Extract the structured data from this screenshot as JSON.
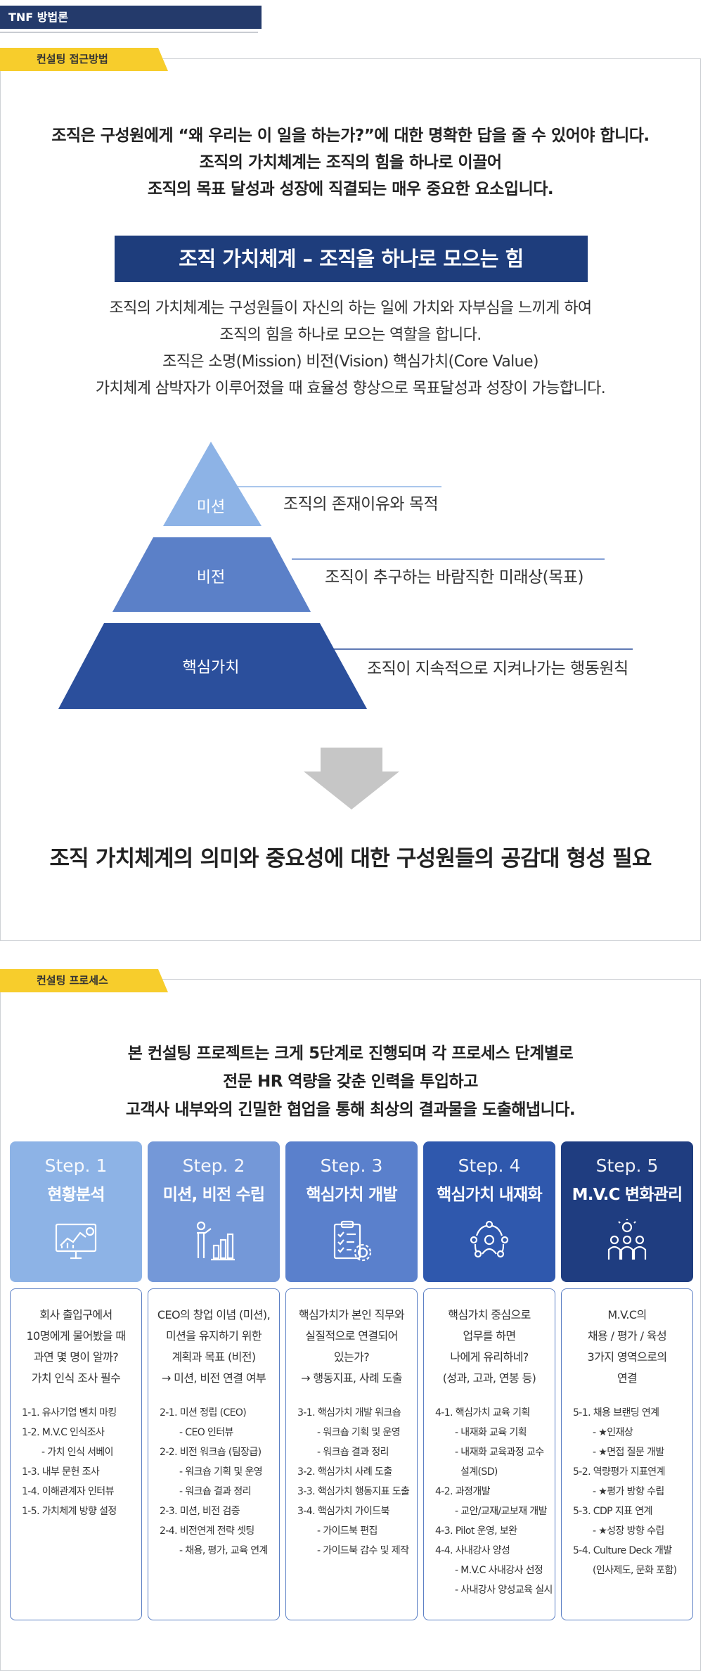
{
  "top_bar": {
    "title": "TNF 방법론"
  },
  "approach": {
    "tag": "컨설팅 접근방법",
    "intro_lines": [
      "조직은 구성원에게 “왜 우리는 이 일을 하는가?”에 대한 명확한 답을 줄 수 있어야 합니다.",
      "조직의 가치체계는 조직의 힘을 하나로 이끌어",
      "조직의 목표 달성과 성장에 직결되는 매우 중요한 요소입니다."
    ],
    "banner": "조직 가치체계 – 조직을 하나로 모으는 힘",
    "desc_lines": [
      "조직의 가치체계는 구성원들이 자신의 하는 일에 가치와 자부심을 느끼게 하여",
      "조직의 힘을 하나로 모으는 역할을 합니다.",
      "조직은 소명(Mission) 비전(Vision) 핵심가치(Core Value)",
      "가치체계 삼박자가 이루어졌을 때 효율성 향상으로 목표달성과 성장이 가능합니다."
    ],
    "pyramid": [
      {
        "label": "미션",
        "desc": "조직의 존재이유와 목적",
        "color": "#8db3e6"
      },
      {
        "label": "비전",
        "desc": "조직이 추구하는 바람직한 미래상(목표)",
        "color": "#5b80c8"
      },
      {
        "label": "핵심가치",
        "desc": "조직이 지속적으로 지켜나가는 행동원칙",
        "color": "#2b4f9c"
      }
    ],
    "conclusion": "조직 가치체계의 의미와 중요성에 대한 구성원들의 공감대 형성 필요"
  },
  "process": {
    "tag": "컨설팅 프로세스",
    "intro_lines": [
      "본 컨설팅 프로젝트는 크게 5단계로 진행되며 각 프로세스 단계별로",
      "전문 HR 역량을 갖춘 인력을 투입하고",
      "고객사 내부와의 긴밀한 협업을 통해 최상의 결과물을 도출해냅니다."
    ],
    "steps": [
      {
        "num": "Step. 1",
        "title": "현황분석",
        "icon": "analytics-monitor-icon",
        "color": "#8db3e6",
        "summary": [
          "회사 출입구에서",
          "10명에게 물어봤을 때",
          "과연 몇 명이 알까?",
          "가치 인식 조사 필수"
        ],
        "items": [
          {
            "text": "1-1. 유사기업 벤치 마킹",
            "sub": false
          },
          {
            "text": "1-2. M.V.C 인식조사",
            "sub": false
          },
          {
            "text": "- 가치 인식 서베이",
            "sub": true
          },
          {
            "text": "1-3. 내부 문헌 조사",
            "sub": false
          },
          {
            "text": "1-4. 이해관계자 인터뷰",
            "sub": false
          },
          {
            "text": "1-5. 가치체계 방향 설정",
            "sub": false
          }
        ]
      },
      {
        "num": "Step. 2",
        "title": "미션, 비전 수립",
        "icon": "presenter-chart-icon",
        "color": "#7498d8",
        "summary": [
          "CEO의 창업 이념 (미션),",
          "미션을 유지하기 위한",
          "계획과 목표 (비전)",
          "→ 미션, 비전 연결 여부"
        ],
        "items": [
          {
            "text": "2-1. 미션 정립 (CEO)",
            "sub": false
          },
          {
            "text": "- CEO 인터뷰",
            "sub": true
          },
          {
            "text": "2-2. 비전 워크숍 (팀장급)",
            "sub": false
          },
          {
            "text": "- 워크숍 기획 및 운영",
            "sub": true
          },
          {
            "text": "- 워크숍 결과 정리",
            "sub": true
          },
          {
            "text": "2-3. 미션, 비전 검증",
            "sub": false
          },
          {
            "text": "2-4. 비전연계 전략 셋팅",
            "sub": false
          },
          {
            "text": "- 채용, 평가, 교육 연계",
            "sub": true
          }
        ]
      },
      {
        "num": "Step. 3",
        "title": "핵심가치 개발",
        "icon": "checklist-gear-icon",
        "color": "#5a80cc",
        "summary": [
          "핵심가치가 본인 직무와",
          "실질적으로 연결되어",
          "있는가?",
          "→ 행동지표, 사례 도출"
        ],
        "items": [
          {
            "text": "3-1. 핵심가치 개발 워크숍",
            "sub": false
          },
          {
            "text": "- 워크숍 기획 및 운영",
            "sub": true
          },
          {
            "text": "- 워크숍 결과 정리",
            "sub": true
          },
          {
            "text": "3-2. 핵심가치 사례 도출",
            "sub": false
          },
          {
            "text": "3-3. 핵심가치 행동지표 도출",
            "sub": false
          },
          {
            "text": "3-4. 핵심가치 가이드북",
            "sub": false
          },
          {
            "text": "- 가이드북 편집",
            "sub": true
          },
          {
            "text": "- 가이드북 감수 및 제작",
            "sub": true
          }
        ]
      },
      {
        "num": "Step. 4",
        "title": "핵심가치 내재화",
        "icon": "team-network-icon",
        "color": "#2f58ad",
        "summary": [
          "핵심가치 중심으로",
          "업무를 하면",
          "나에게 유리하네?",
          "(성과, 고과, 연봉 등)"
        ],
        "items": [
          {
            "text": "4-1. 핵심가치 교육 기획",
            "sub": false
          },
          {
            "text": "- 내재화 교육 기획",
            "sub": true
          },
          {
            "text": "- 내재화 교육과정 교수",
            "sub": true
          },
          {
            "text": "설계(SD)",
            "sub": true
          },
          {
            "text": "4-2. 과정개발",
            "sub": false
          },
          {
            "text": "- 교안/교재/교보재 개발",
            "sub": true
          },
          {
            "text": "4-3. Pilot 운영, 보완",
            "sub": false
          },
          {
            "text": "4-4. 사내강사 양성",
            "sub": false
          },
          {
            "text": "- M.V.C 사내강사 선정",
            "sub": true
          },
          {
            "text": "- 사내강사 양성교육 실시",
            "sub": true
          }
        ]
      },
      {
        "num": "Step. 5",
        "title": "M.V.C 변화관리",
        "icon": "team-idea-icon",
        "color": "#1f3d80",
        "summary": [
          "M.V.C의",
          "채용 / 평가 / 육성",
          "3가지 영역으로의",
          "연결"
        ],
        "items": [
          {
            "text": "5-1. 채용 브랜딩 연계",
            "sub": false
          },
          {
            "text": "- ★인재상",
            "sub": true
          },
          {
            "text": "- ★면접 질문 개발",
            "sub": true
          },
          {
            "text": "5-2. 역량평가 지표연계",
            "sub": false
          },
          {
            "text": "- ★평가 방향 수립",
            "sub": true
          },
          {
            "text": "5-3. CDP 지표 연계",
            "sub": false
          },
          {
            "text": "- ★성장 방향 수립",
            "sub": true
          },
          {
            "text": "5-4. Culture Deck 개발",
            "sub": false
          },
          {
            "text": "(인사제도, 문화 포함)",
            "sub": true
          }
        ]
      }
    ]
  }
}
